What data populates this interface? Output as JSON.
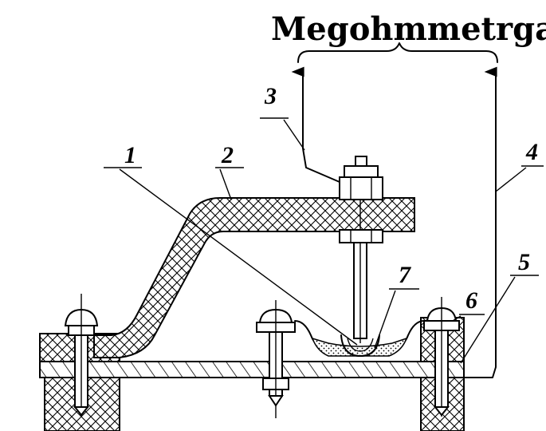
{
  "title": "Megohmmetrga",
  "callouts": [
    {
      "id": "1",
      "label": "1"
    },
    {
      "id": "2",
      "label": "2"
    },
    {
      "id": "3",
      "label": "3"
    },
    {
      "id": "4",
      "label": "4"
    },
    {
      "id": "5",
      "label": "5"
    },
    {
      "id": "6",
      "label": "6"
    },
    {
      "id": "7",
      "label": "7"
    }
  ]
}
